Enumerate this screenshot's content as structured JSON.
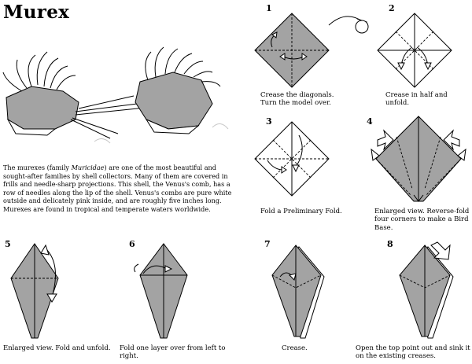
{
  "title": "Murex",
  "intro": {
    "p1": "The murexes (family ",
    "family": "Muricidae",
    "p2": ") are one of the most beautiful and sought-after families by shell collectors. Many of them are covered in frills and needle-sharp projections. This shell, the Venus's comb, has a row of needles along the lip of the shell. Venus's combs are pure white outside and delicately pink inside, and are roughly five inches long. Murexes are found in tropical and temperate waters worldwide."
  },
  "steps": [
    {
      "number": "1",
      "caption": "Crease the diagonals. Turn the model over."
    },
    {
      "number": "2",
      "caption": "Crease in half and unfold."
    },
    {
      "number": "3",
      "caption": "Fold a Preliminary Fold."
    },
    {
      "number": "4",
      "caption": "Enlarged view. Reverse-fold four corners to make a Bird Base."
    },
    {
      "number": "5",
      "caption": "Enlarged view. Fold and unfold."
    },
    {
      "number": "6",
      "caption": "Fold one layer over from left to right."
    },
    {
      "number": "7",
      "caption": "Crease."
    },
    {
      "number": "8",
      "caption": "Open the top point out and sink it on the existing creases."
    }
  ],
  "colors": {
    "paper_colored": "#a3a3a3",
    "paper_white": "#ffffff",
    "ink": "#000000"
  }
}
